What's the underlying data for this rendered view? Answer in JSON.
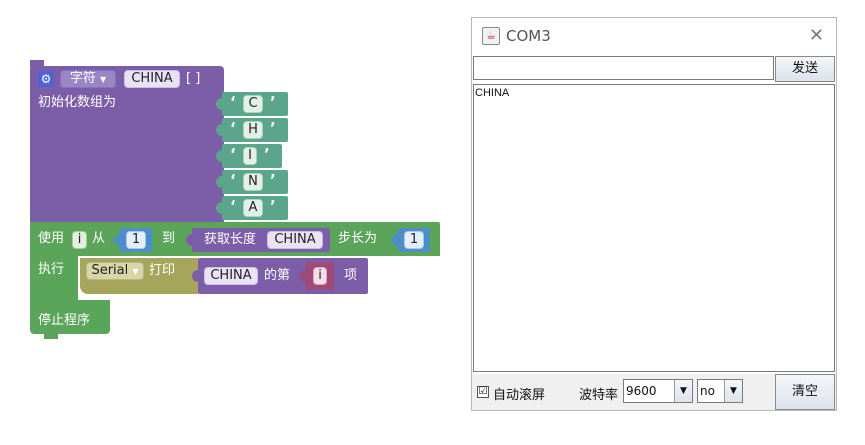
{
  "blocks": {
    "array_init": {
      "type_dropdown": "字符",
      "array_name": "CHINA",
      "brackets": "[ ]",
      "init_label": "初始化数组为",
      "quote_open": "‘",
      "quote_close": "’",
      "chars": [
        "C",
        "H",
        "I",
        "N",
        "A"
      ]
    },
    "for_loop": {
      "use_label": "使用",
      "var": "i",
      "from_label": "从",
      "from_value": "1",
      "to_label": "到",
      "length_label": "获取长度",
      "length_arg": "CHINA",
      "step_label": "步长为",
      "step_value": "1",
      "do_label": "执行"
    },
    "serial_print": {
      "serial_dropdown": "Serial",
      "print_label": "打印",
      "array_ref": "CHINA",
      "index_label": "的第",
      "index_var": "i",
      "item_label": "项"
    },
    "stop": {
      "label": "停止程序"
    }
  },
  "serial_monitor": {
    "title": "COM3",
    "close_glyph": "✕",
    "send_input_value": "",
    "send_label": "发送",
    "output_text": "CHINA",
    "autoscroll_label": "自动滚屏",
    "autoscroll_checked": "☑",
    "baud_label": "波特率",
    "baud_value": "9600",
    "line_ending_value": "no",
    "clear_label": "清空"
  },
  "colors": {
    "purple_block": "#7b5ea7",
    "green_block": "#5ba55b",
    "teal_block": "#5ba58c",
    "olive_block": "#a5a55b",
    "gear": "#4f63d6"
  }
}
